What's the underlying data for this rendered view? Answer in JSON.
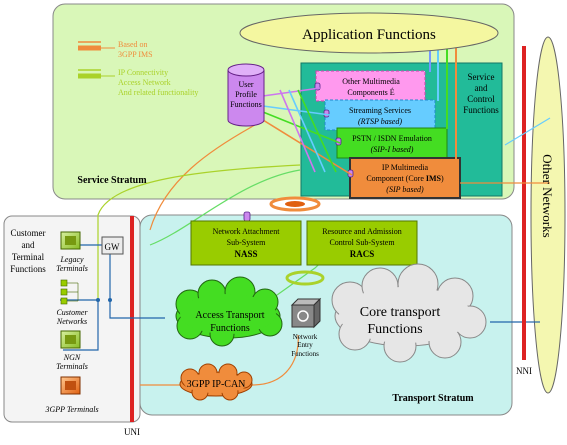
{
  "legend": {
    "ims_label_1": "Based on",
    "ims_label_2": "3GPP IMS",
    "ip_label_1": "IP Connectivity",
    "ip_label_2": "Access Network",
    "ip_label_3": "And related functionality",
    "ims_color": "#f08c3c",
    "ip_color": "#aad22a"
  },
  "service_stratum": {
    "title": "Service Stratum",
    "application_functions": "Application Functions",
    "user_profile_1": "User",
    "user_profile_2": "Profile",
    "user_profile_3": "Functions",
    "service_control_1": "Service",
    "service_control_2": "and",
    "service_control_3": "Control",
    "service_control_4": "Functions",
    "other_mm_1": "Other Multimedia",
    "other_mm_2": "Components É",
    "streaming_1": "Streaming Services",
    "streaming_2": "(RTSP based)",
    "pstn_1": "PSTN / ISDN Emulation",
    "pstn_2": "(SIP-I based)",
    "ims_1": "IP Multimedia",
    "ims_2a": "Component (Core ",
    "ims_2b": "IMS",
    "ims_2c": ")",
    "ims_3": "(SIP based)"
  },
  "transport_stratum": {
    "title": "Transport Stratum",
    "nass_1": "Network Attachment",
    "nass_2": "Sub-System",
    "nass_3": "NASS",
    "racs_1": "Resource and Admission",
    "racs_2": "Control Sub-System",
    "racs_3": "RACS",
    "access_1": "Access Transport",
    "access_2": "Functions",
    "core_1": "Core transport",
    "core_2": "Functions",
    "nef_1": "Network",
    "nef_2": "Entry",
    "nef_3": "Functions",
    "ipcan": "3GPP IP-CAN"
  },
  "customer": {
    "title_1": "Customer",
    "title_2": "and",
    "title_3": "Terminal",
    "title_4": "Functions",
    "gw": "GW",
    "legacy_1": "Legacy",
    "legacy_2": "Terminals",
    "networks_1": "Customer",
    "networks_2": "Networks",
    "ngn_1": "NGN",
    "ngn_2": "Terminals",
    "gpp": "3GPP Terminals"
  },
  "other_networks": "Other Networks",
  "uni": "UNI",
  "nni": "NNI"
}
